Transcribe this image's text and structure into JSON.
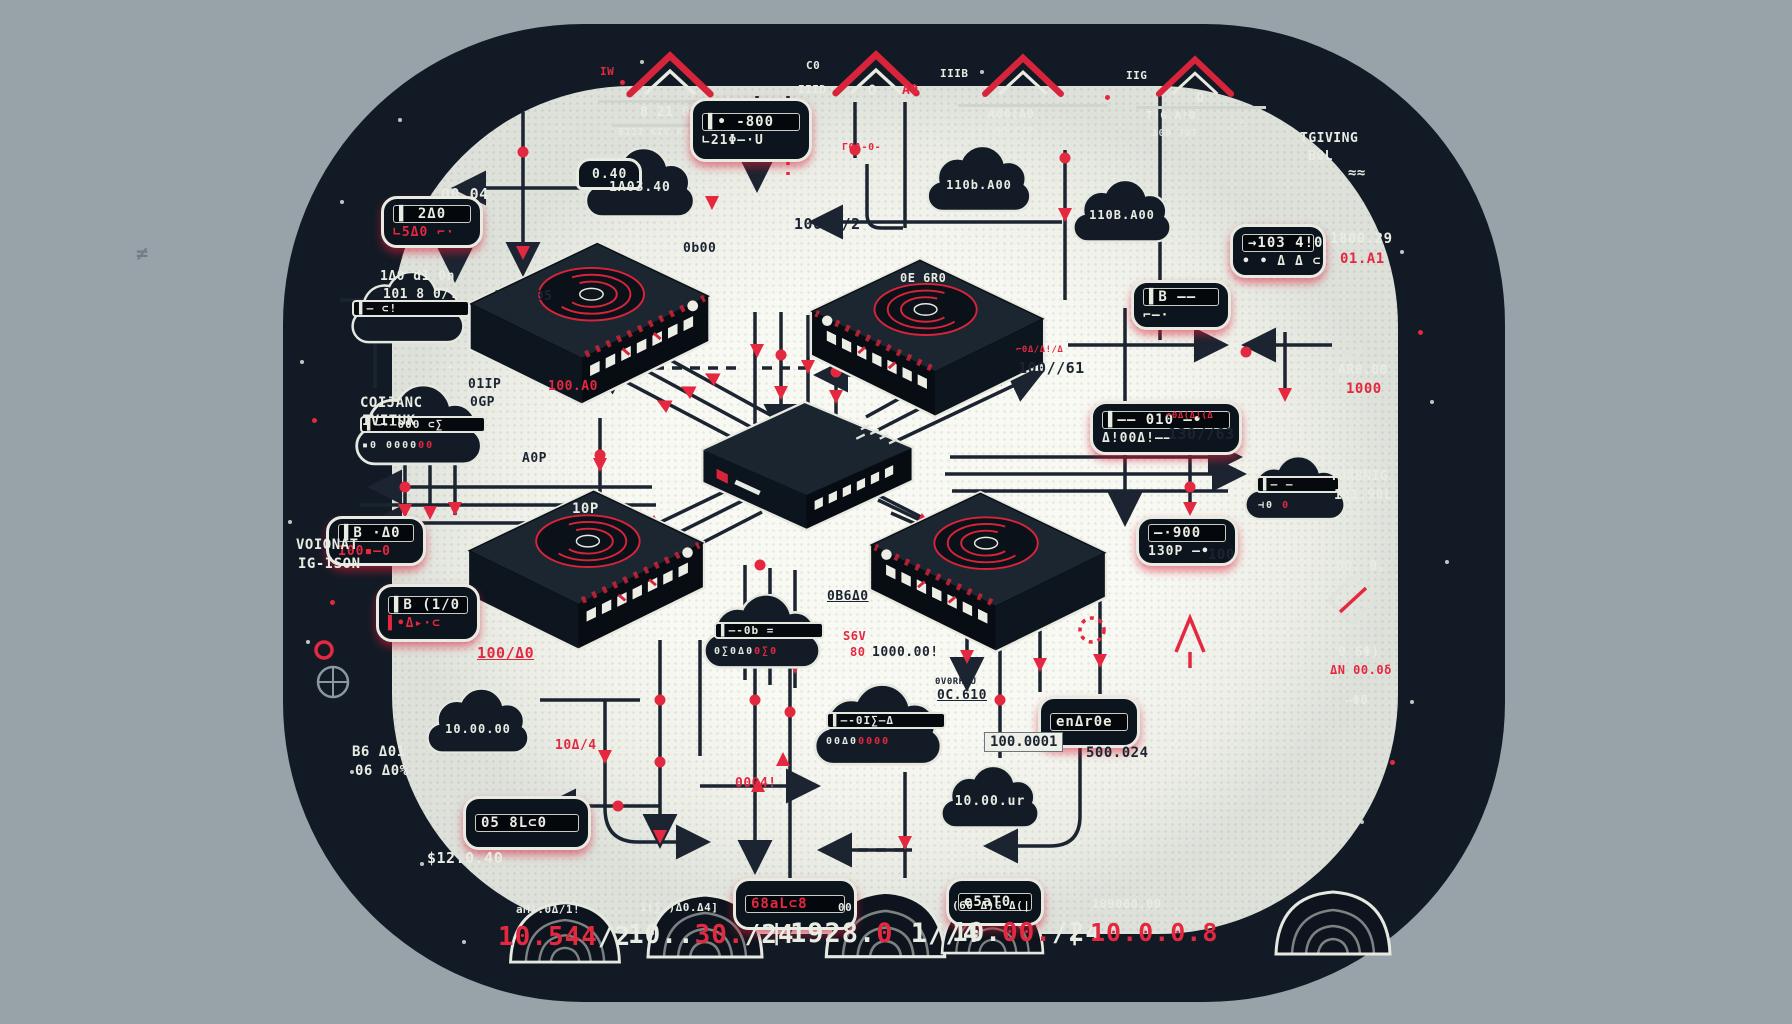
{
  "colors": {
    "background": "#97a2a9",
    "panel": "#121b25",
    "inner": "#f6f7f1",
    "red": "#e42840",
    "ink": "#1b2430",
    "light_text": "#e9ece3"
  },
  "top_chevrons": [
    {
      "side_label": "IW",
      "line1": "0 21 0(0",
      "line2": "EIII KIV RJO"
    },
    {
      "side_label": "C0",
      "side_label2": "IIID",
      "ring": "O",
      "right_label": "A0"
    },
    {
      "side_label": "IIIB",
      "line1": "A00(A0",
      "line2": "90 C!P"
    },
    {
      "side_label": "IIG",
      "ring": "O",
      "line1": "T!G.A!0",
      "line2": "100 T0T"
    }
  ],
  "clouds": {
    "top_left": "1A03.40",
    "top_right": "110b.A00",
    "right_upper": "110B.A00",
    "bottom_left": "10.00.00",
    "bottom_right": "10.00.ur"
  },
  "cloud_devices": [
    {
      "led": "▌— ⊂!",
      "ports_w": "",
      "ports_r": ""
    },
    {
      "led": "▌—-—000 ⊂∑",
      "ports_w": "▪0 0000",
      "ports_r": "00"
    },
    {
      "led": "▌— —",
      "ports_w": "⊣0 ",
      "ports_r": "0"
    },
    {
      "led": "▌—-0I∑—Δ",
      "ports_w": "00Δ0",
      "ports_r": "0000"
    },
    {
      "led": "▌—-0b =",
      "ports_w": "0∑0Δ0",
      "ports_r": "0∑0"
    }
  ],
  "badges": [
    {
      "l1": "▌• -800",
      "l2": "∟21Φ—·U"
    },
    {
      "l1": "▌ 2Δ0",
      "l2": "∟5Δ0 ⌐·"
    },
    {
      "l1": "→103 4!0",
      "l2": "• • Δ Δ ⊂"
    },
    {
      "l1": "▌B ——",
      "l2": "⌐—·"
    },
    {
      "l1": "▌—— 010 —•",
      "l2": "Δ!00Δ!——"
    },
    {
      "l1": "▌B ·Δ0",
      "l2": "100▪—0"
    },
    {
      "l1": "—·900",
      "l2": "130P —•"
    },
    {
      "l1": "▌B (1/0",
      "l2": "▌•Δ▸·⊂"
    },
    {
      "l1": "05 8L⊂0"
    },
    {
      "l1": "68aL⊂8"
    },
    {
      "l1": "e5aT0"
    },
    {
      "l1": "enΔr0e"
    },
    {
      "l1": "0.40"
    }
  ],
  "texts": [
    {
      "t": "00.04"
    },
    {
      "t": "1Δ0 d1 0n"
    },
    {
      "t": "101 8 0/."
    },
    {
      "t": "101 b05"
    },
    {
      "t": "00 2,3"
    },
    {
      "t": "COIJANC"
    },
    {
      "t": "IVITUK"
    },
    {
      "t": "01IP"
    },
    {
      "t": "0GP"
    },
    {
      "t": "100.A0"
    },
    {
      "t": "1000//2"
    },
    {
      "t": "0b00"
    },
    {
      "t": "A0P"
    },
    {
      "t": "VOIONAT"
    },
    {
      "t": "IG-ISON"
    },
    {
      "t": "100/Δ0"
    },
    {
      "t": "B6 Δ01"
    },
    {
      "t": "06 Δ0%"
    },
    {
      "t": "$12.0.40"
    },
    {
      "t": "10P"
    },
    {
      "t": "0E 6R0"
    },
    {
      "t": "S6V"
    },
    {
      "t": "80"
    },
    {
      "t": "0B6Δ0"
    },
    {
      "t": "1000.00!"
    },
    {
      "t": "0V0RH0U"
    },
    {
      "t": "0C.610"
    },
    {
      "t": "100.0001"
    },
    {
      "t": "0004!"
    },
    {
      "t": "10Δ/4"
    },
    {
      "t": "100//61"
    },
    {
      "t": "⌐0Δ/Δ!/Δ"
    },
    {
      "t": "130//63"
    },
    {
      "t": "⌐0Δ(Δ!(Δ"
    },
    {
      "t": "1800.29"
    },
    {
      "t": "01.A1"
    },
    {
      "t": "AR0.00"
    },
    {
      "t": "1000"
    },
    {
      "t": "TORBNIG"
    },
    {
      "t": "101.90L"
    },
    {
      "t": "00. 0,"
    },
    {
      "t": "0 6Φ)"
    },
    {
      "t": "ΔN 00.0δ"
    },
    {
      "t": "—Φ0"
    },
    {
      "t": "500.024"
    },
    {
      "t": "TGIVING"
    },
    {
      "t": "B0L"
    },
    {
      "t": "≈≈"
    },
    {
      "t": "100"
    },
    {
      "t": "≠"
    },
    {
      "t": "Γ0Δ-0-"
    },
    {
      "t": "✦"
    }
  ],
  "bottom_row": {
    "separator": "|",
    "items": [
      {
        "small": "aM):0Δ/1!",
        "parts": [
          {
            "t": "10.544",
            "c": "r"
          },
          {
            "t": "/2",
            "c": "w"
          }
        ]
      },
      {
        "small": "1(∑.)Δ0.Δ4]",
        "parts": [
          {
            "t": "10..",
            "c": "w"
          },
          {
            "t": "30.",
            "c": "r"
          },
          {
            "t": "/24",
            "c": "w"
          }
        ]
      },
      {
        "small": "00",
        "parts": [
          {
            "t": "1928.",
            "c": "w"
          },
          {
            "t": "0",
            "c": "r"
          },
          {
            "t": " 1//4",
            "c": "w"
          }
        ]
      },
      {
        "small": "(60 Δ)G Δ(|",
        "parts": [
          {
            "t": "10.",
            "c": "w"
          },
          {
            "t": "00.",
            "c": "r"
          },
          {
            "t": "/24",
            "c": "w"
          }
        ]
      },
      {
        "small": "109000.00",
        "parts": [
          {
            "t": "10.0.0.8",
            "c": "r"
          }
        ]
      }
    ]
  }
}
